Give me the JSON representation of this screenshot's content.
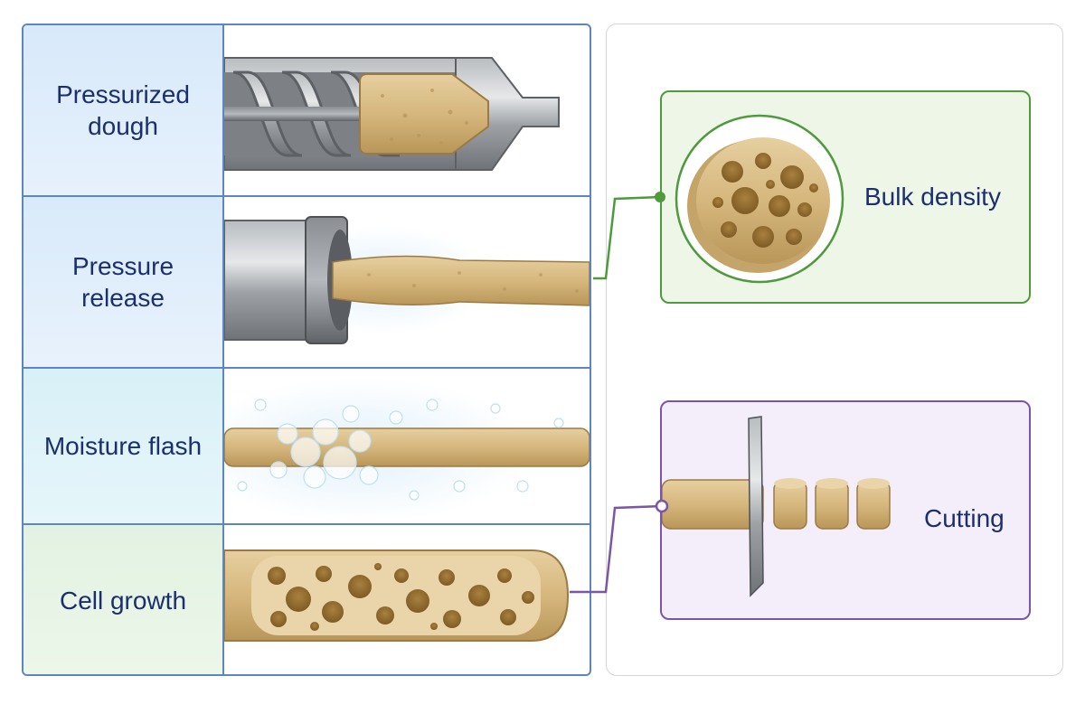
{
  "stages": [
    {
      "label": "Pressurized dough"
    },
    {
      "label": "Pressure release"
    },
    {
      "label": "Moisture flash"
    },
    {
      "label": "Cell growth"
    }
  ],
  "outcomes": {
    "density": {
      "label": "Bulk density",
      "color": "#4e9a3c"
    },
    "cutting": {
      "label": "Cutting",
      "color": "#7b55a8"
    }
  },
  "colors": {
    "panel_border": "#5b86c0",
    "label_text": "#1b2f6e",
    "dough": "#d8bb84",
    "metal": "#8d9196"
  }
}
